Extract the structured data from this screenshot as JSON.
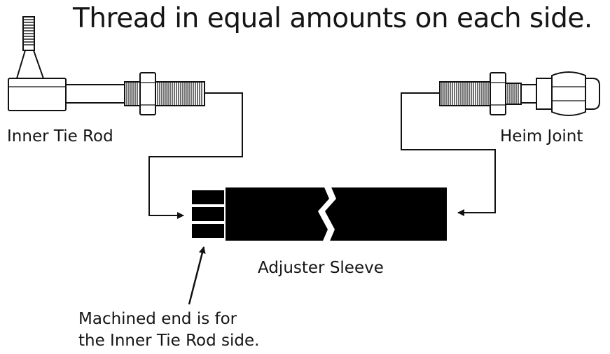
{
  "title": "Thread in equal amounts on each side.",
  "labels": {
    "inner_tie_rod": "Inner Tie Rod",
    "heim_joint": "Heim Joint",
    "adjuster_sleeve": "Adjuster Sleeve",
    "note_line1": "Machined end is for",
    "note_line2": "the Inner Tie Rod side."
  },
  "colors": {
    "ink": "#111111",
    "part_fill": "#ffffff",
    "sleeve": "#000000"
  }
}
